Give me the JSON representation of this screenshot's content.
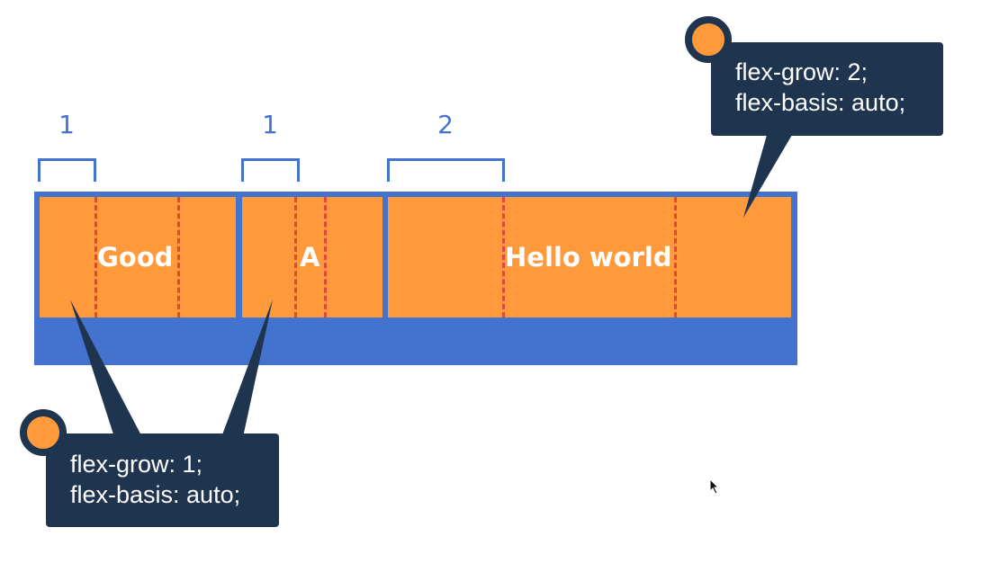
{
  "colors": {
    "blue": "#4472CF",
    "orange": "#FF9A3C",
    "red": "#E0463C",
    "navy": "#1F344F"
  },
  "brackets": [
    {
      "label": "1"
    },
    {
      "label": "1"
    },
    {
      "label": "2"
    }
  ],
  "items": [
    {
      "label": "Good"
    },
    {
      "label": "A"
    },
    {
      "label": "Hello world"
    }
  ],
  "tooltips": {
    "top_right": {
      "line1": "flex-grow: 2;",
      "line2": "flex-basis: auto;"
    },
    "bottom_left": {
      "line1": "flex-grow: 1;",
      "line2": "flex-basis: auto;"
    }
  }
}
